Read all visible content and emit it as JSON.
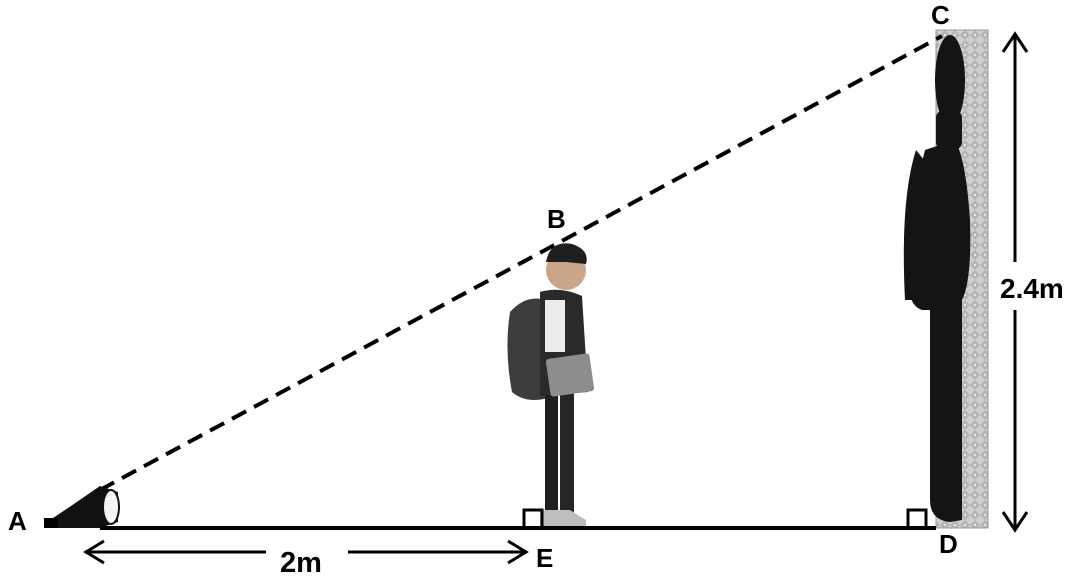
{
  "points": {
    "A": "A",
    "B": "B",
    "C": "C",
    "D": "D",
    "E": "E"
  },
  "measurements": {
    "base_distance": "2m",
    "wall_height": "2.4m"
  },
  "colors": {
    "line": "#000000",
    "wall_fill": "#c9c9c9",
    "silhouette": "#141414",
    "child_dark": "#2a2a2a",
    "child_shirt": "#e8e8e8",
    "skin": "#c9a58a",
    "background": "#ffffff"
  },
  "icons": {
    "torch": "flashlight-icon",
    "child": "child-with-backpack-figure",
    "shadow": "shadow-silhouette",
    "right_angle": "right-angle-marker"
  }
}
